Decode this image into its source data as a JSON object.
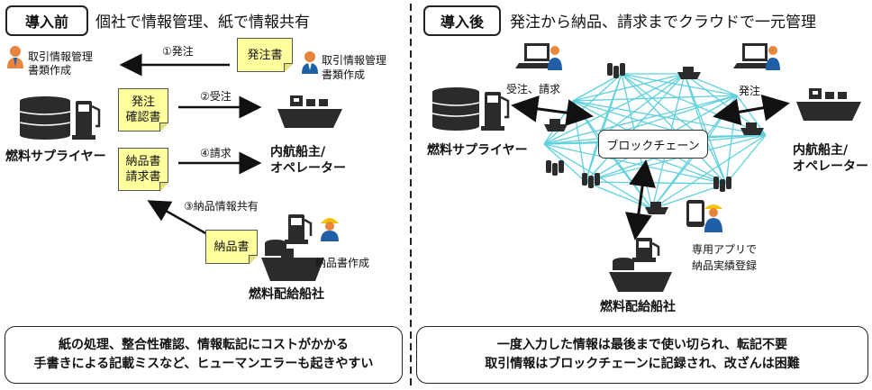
{
  "left": {
    "badge": "導入前",
    "heading": "個社で情報管理、紙で情報共有",
    "supplier_caption": [
      "取引情報管理",
      "書類作成"
    ],
    "owner_caption": [
      "取引情報管理",
      "書類作成"
    ],
    "supplier_name": "燃料サプライヤー",
    "owner_name": [
      "内航船主/",
      "オペレーター"
    ],
    "bunker_name": "燃料配給船社",
    "bunker_caption": "納品書作成",
    "steps": {
      "s1": "①発注",
      "s2": "②受注",
      "s3": "③納品情報共有",
      "s4": "④請求"
    },
    "docs": {
      "order": "発注書",
      "confirm": [
        "発注",
        "確認書"
      ],
      "invoice": [
        "納品書",
        "請求書"
      ],
      "delivery": "納品書"
    },
    "summary": [
      "紙の処理、整合性確認、情報転記にコストがかかる",
      "手書きによる記載ミスなど、ヒューマンエラーも起きやすい"
    ]
  },
  "right": {
    "badge": "導入後",
    "heading": "発注から納品、請求までクラウドで一元管理",
    "supplier_name": "燃料サプライヤー",
    "owner_name": [
      "内航船主/",
      "オペレーター"
    ],
    "bunker_name": "燃料配給船社",
    "receive_label": "受注、請求",
    "order_label": "発注",
    "blockchain_label": "ブロックチェーン",
    "app_caption": [
      "専用アプリで",
      "納品実績登録"
    ],
    "summary": [
      "一度入力した情報は最後まで使い切られ、転記不要",
      "取引情報はブロックチェーンに記録され、改ざんは困難"
    ]
  },
  "colors": {
    "doc_fill": "#ffff9e",
    "network_line": "#5fd0dc",
    "person_face": "#e8843c",
    "person_suit": "#1f5fa8",
    "helmet": "#f2c200",
    "tank": "#2b2b2b"
  }
}
